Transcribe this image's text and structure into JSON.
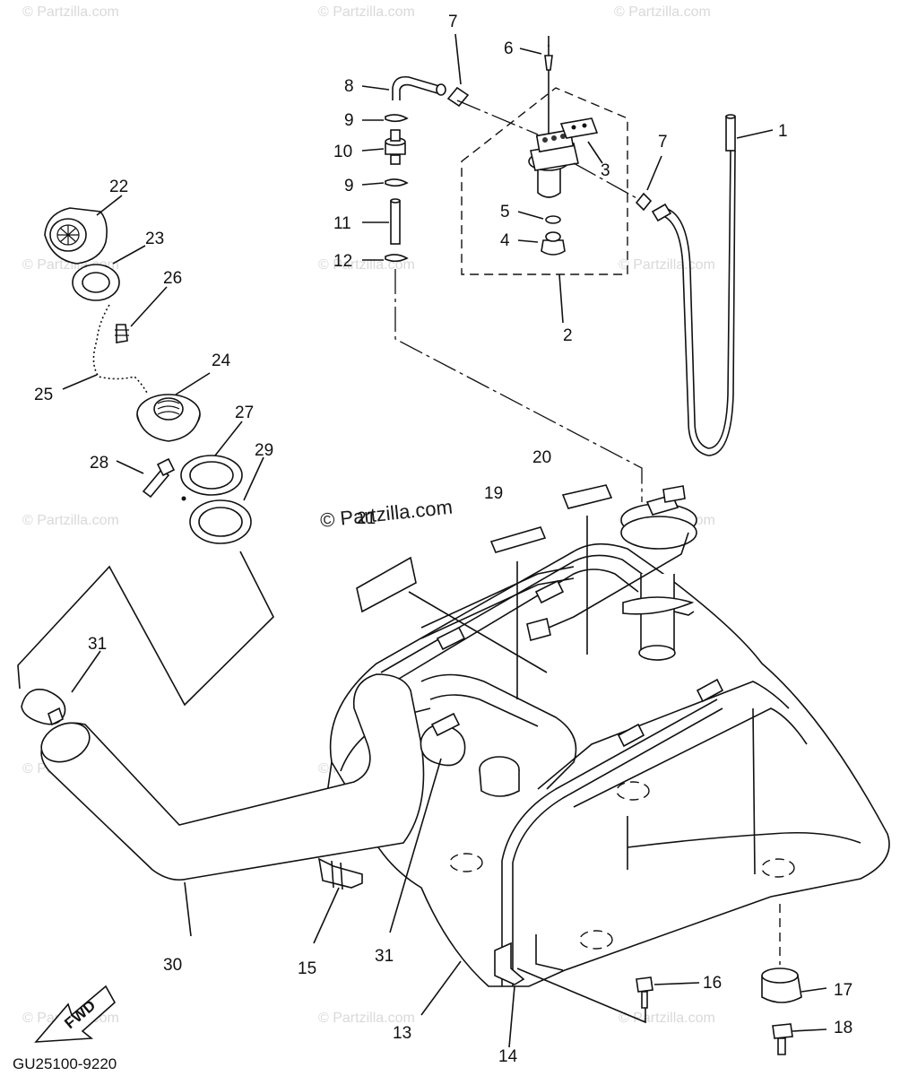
{
  "diagram_code": "GU25100-9220",
  "fwd_label": "FWD",
  "watermark_text": "© Partzilla.com",
  "callouts": [
    "1",
    "2",
    "3",
    "4",
    "5",
    "6",
    "7",
    "8",
    "9",
    "10",
    "11",
    "12",
    "13",
    "14",
    "15",
    "16",
    "17",
    "18",
    "19",
    "20",
    "21",
    "22",
    "23",
    "24",
    "25",
    "26",
    "27",
    "28",
    "29",
    "30",
    "31"
  ],
  "colors": {
    "ink": "#111111",
    "watermark": "#d9d9d9",
    "background": "#ffffff"
  }
}
